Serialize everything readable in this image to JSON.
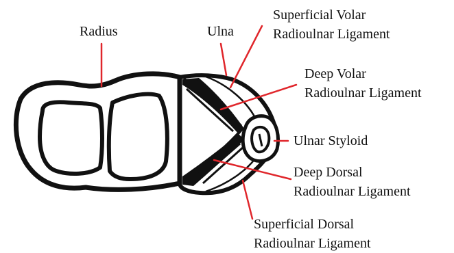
{
  "colors": {
    "ink": "#111111",
    "leader": "#e0262b",
    "background": "#ffffff"
  },
  "labels": {
    "radius": "Radius",
    "ulna": "Ulna",
    "superficial_volar": [
      "Superficial Volar",
      "Radioulnar Ligament"
    ],
    "deep_volar": [
      "Deep Volar",
      "Radioulnar Ligament"
    ],
    "ulnar_styloid": "Ulnar Styloid",
    "deep_dorsal": [
      "Deep Dorsal",
      "Radioulnar Ligament"
    ],
    "superficial_dorsal": [
      "Superficial Dorsal",
      "Radioulnar Ligament"
    ]
  }
}
